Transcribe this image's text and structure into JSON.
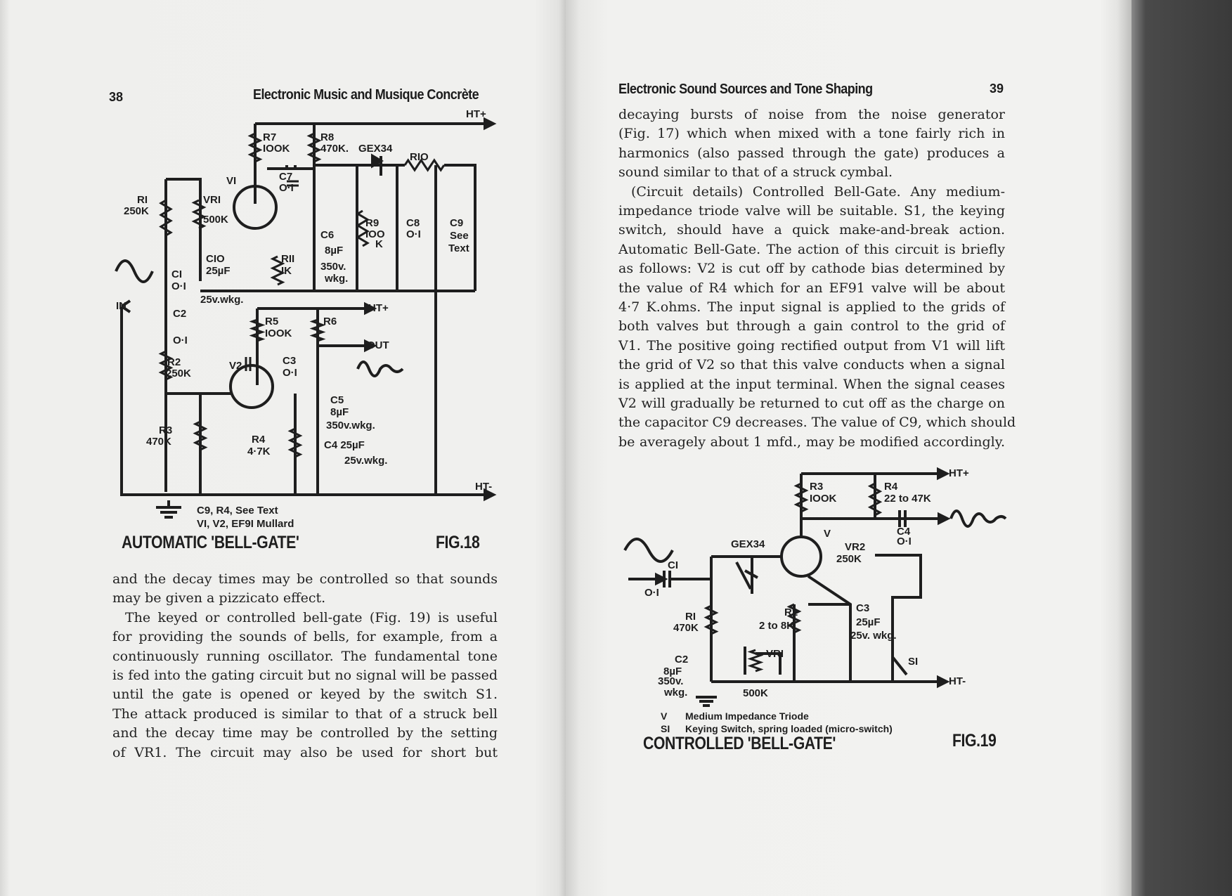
{
  "left_page": {
    "page_number": "38",
    "running_head": "Electronic Music and Musique Concrète",
    "figure": {
      "caption": "AUTOMATIC 'BELL-GATE'",
      "number": "FIG.18",
      "labels": {
        "ht_plus_top": "HT+",
        "r7": "R7",
        "r7_val": "IOOK",
        "r8": "R8",
        "r8_val": "470K.",
        "gex34": "GEX34",
        "r10": "RIO",
        "v1": "VI",
        "c7": "C7",
        "c7_val": "O·I",
        "r1": "RI",
        "r1_val": "250K",
        "vr1": "VRI",
        "vr1_val": "500K",
        "c6": "C6",
        "c6_val": "8µF",
        "c6_v": "350v.",
        "c6_w": "wkg.",
        "r9": "R9",
        "r9_val": "IOO",
        "r9_k": "K",
        "c8": "C8",
        "c8_val": "O·I",
        "c9": "C9",
        "c9_see": "See",
        "c9_text": "Text",
        "c10": "CIO",
        "c10_val": "25µF",
        "r11": "RII",
        "r11_val": "IK",
        "wkg25": "25v.wkg.",
        "c1": "CI",
        "c1_val": "O·I",
        "in": "IN",
        "ht_plus_mid": "HT+",
        "r5": "R5",
        "r5_val": "IOOK",
        "r6": "R6",
        "out": "OUT",
        "c2": "C2",
        "c2_val": "O·I",
        "r2": "R2",
        "r2_val": "250K",
        "v2": "V2",
        "c3": "C3",
        "c3_val": "O·I",
        "c5": "C5",
        "c5_val": "8µF",
        "c5_v": "350v.wkg.",
        "r3": "R3",
        "r3_val": "470K",
        "r4": "R4",
        "r4_val": "4·7K",
        "c4": "C4 25µF",
        "c4_v": "25v.wkg.",
        "ht_minus": "HT-",
        "note1": "C9, R4, See Text",
        "note2": "VI, V2, EF9I Mullard"
      }
    },
    "body_lines": [
      "and the decay times may be controlled so that sounds",
      "may be given a pizzicato effect.",
      "The keyed or controlled bell-gate (Fig. 19) is useful",
      "for providing the sounds of bells, for example, from a",
      "continuously running oscillator. The fundamental tone",
      "is fed into the gating circuit but no signal will be passed",
      "until the gate is opened or keyed by the switch S1.",
      "The attack produced is similar to that of a struck bell",
      "and the decay time may be controlled by the setting",
      "of VR1. The circuit may also be used for short but"
    ]
  },
  "right_page": {
    "page_number": "39",
    "running_head": "Electronic Sound Sources and Tone Shaping",
    "body_lines": [
      "decaying bursts of noise from the noise generator",
      "(Fig. 17) which when mixed with a tone fairly rich in",
      "harmonics (also passed through the gate) produces a",
      "sound similar to that of a struck cymbal.",
      "(Circuit details) Controlled Bell-Gate. Any medium-",
      "impedance triode valve will be suitable. S1, the keying",
      "switch, should have a quick make-and-break action.",
      "Automatic Bell-Gate. The action of this circuit is briefly",
      "as follows: V2 is cut off by cathode bias determined by",
      "the value of R4 which for an EF91 valve will be about",
      "4·7 K.ohms. The input signal is applied to the grids of",
      "both valves but through a gain control to the grid of",
      "V1. The positive going rectified output from V1 will lift",
      "the grid of V2 so that this valve conducts when a signal",
      "is applied at the input terminal. When the signal ceases",
      "V2 will gradually be returned to cut off as the charge on",
      "the capacitor C9 decreases. The value of C9, which should",
      "be averagely about 1 mfd., may be modified accordingly."
    ],
    "figure": {
      "caption": "CONTROLLED 'BELL-GATE'",
      "number": "FIG.19",
      "legend": [
        {
          "key": "V",
          "text": "Medium Impedance Triode"
        },
        {
          "key": "SI",
          "text": "Keying Switch, spring loaded  (micro-switch)"
        }
      ],
      "labels": {
        "ht_plus": "HT+",
        "r3": "R3",
        "r3_val": "IOOK",
        "r4": "R4",
        "r4_val": "22 to 47K",
        "v": "V",
        "c4": "C4",
        "c4_val": "O·I",
        "gex34": "GEX34",
        "vr2": "VR2",
        "vr2_val": "250K",
        "c1": "CI",
        "c1_val": "O·I",
        "r1": "RI",
        "r1_val": "470K",
        "r2": "R2",
        "r2_val": "2 to 8K",
        "c3": "C3",
        "c3_val": "25µF",
        "c3_v": "25v. wkg.",
        "c2": "C2",
        "c2_val": "8µF",
        "c2_v": "350v.",
        "c2_w": "wkg.",
        "vr1": "VRI",
        "vr1_val": "500K",
        "s1": "SI",
        "ht_minus": "HT-"
      }
    }
  }
}
